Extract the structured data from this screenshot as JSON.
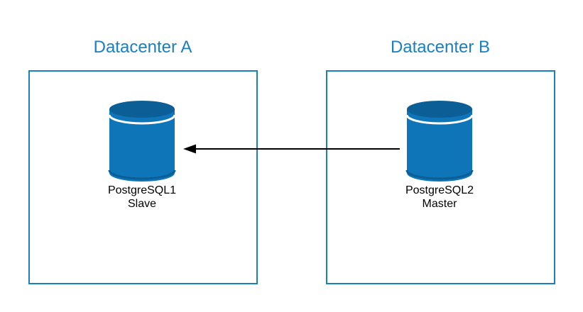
{
  "datacenters": [
    {
      "title": "Datacenter A",
      "node": {
        "name": "PostgreSQL1",
        "role": "Slave"
      }
    },
    {
      "title": "Datacenter B",
      "node": {
        "name": "PostgreSQL2",
        "role": "Master"
      }
    }
  ],
  "colors": {
    "accent": "#1a7fbf",
    "cylinder": "#0e75b8",
    "cylinder_top": "#0b5f96",
    "arrow": "#000000"
  },
  "icons": {
    "database": "database-cylinder-icon",
    "replication_arrow": "arrow-left-icon"
  }
}
